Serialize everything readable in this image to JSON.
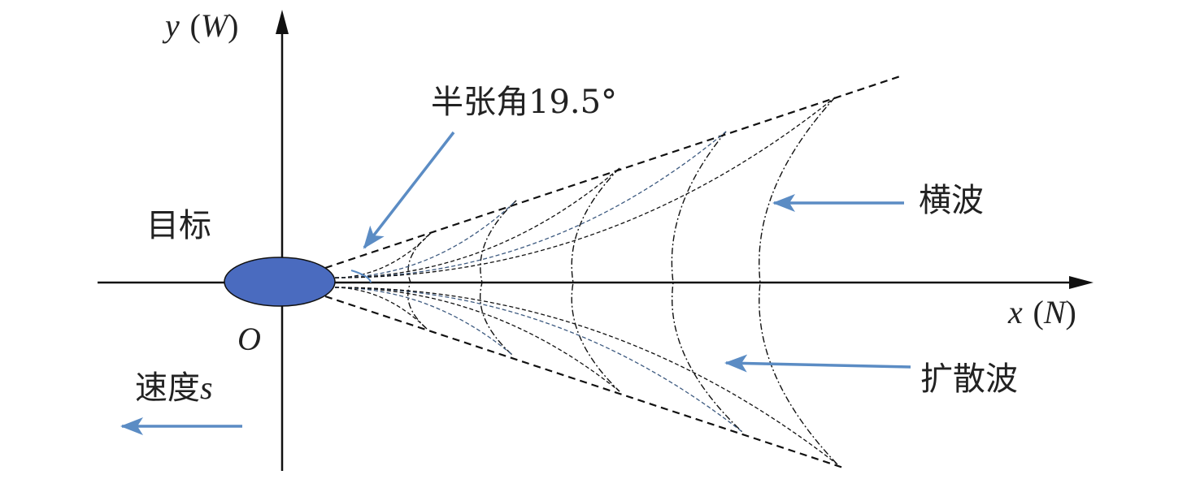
{
  "axes": {
    "y_label_var": "y",
    "y_label_unit": "W",
    "x_label_var": "x",
    "x_label_unit": "N",
    "origin": "O"
  },
  "labels": {
    "half_angle": "半张角19.5°",
    "target": "目标",
    "speed_prefix": "速度",
    "speed_var": "s",
    "transverse_wave": "横波",
    "divergent_wave": "扩散波"
  },
  "colors": {
    "target_fill": "#4a6bbf",
    "arrow": "#5b8cc4",
    "divergent_line": "#3d5a80",
    "line": "#111111"
  }
}
